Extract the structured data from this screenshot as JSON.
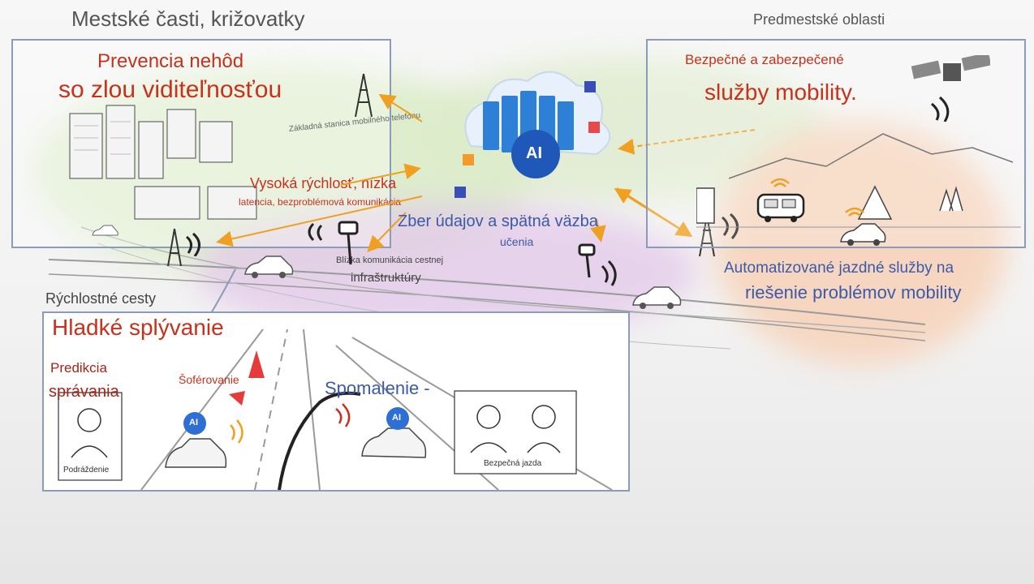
{
  "urban": {
    "title": "Mestské časti, križovatky",
    "headline_line1": "Prevencia nehôd",
    "headline_line2": "so zlou viditeľnosťou",
    "base_station": "Základná stanica mobilného telefónu",
    "comm_line1": "Vysoká rýchlosť, nízka",
    "comm_line2": "latencia, bezproblémová komunikácia"
  },
  "suburban": {
    "title": "Predmestské oblasti",
    "headline_line1": "Bezpečné a zabezpečené",
    "headline_line2": "služby mobility.",
    "auto_line1": "Automatizované jazdné služby na",
    "auto_line2": "riešenie problémov mobility"
  },
  "center": {
    "ai_label": "AI",
    "data_feedback": "Zber údajov a spätná väzba",
    "learning": "učenia",
    "nearby_line1": "Blízka komunikácia cestnej",
    "nearby_line2": "infraštruktúry"
  },
  "highway": {
    "title": "Rýchlostné cesty",
    "headline": "Hladké splývanie",
    "predict_line1": "Predikcia",
    "predict_line2": "správania",
    "steering": "Šoférovanie",
    "slowdown": "Spomalenie -",
    "irritation": "Podráždenie",
    "safe_drive": "Bezpečná jazda",
    "ai_badge": "AI"
  },
  "colors": {
    "accent_red": "#c8311c",
    "accent_blue": "#3b5aa8",
    "arrow_orange": "#f0a020",
    "panel_border": "#8c9bb8",
    "zone_green": "#d9ecc4",
    "zone_purple": "#e3c8ea",
    "zone_orange": "#f7d2b8"
  }
}
